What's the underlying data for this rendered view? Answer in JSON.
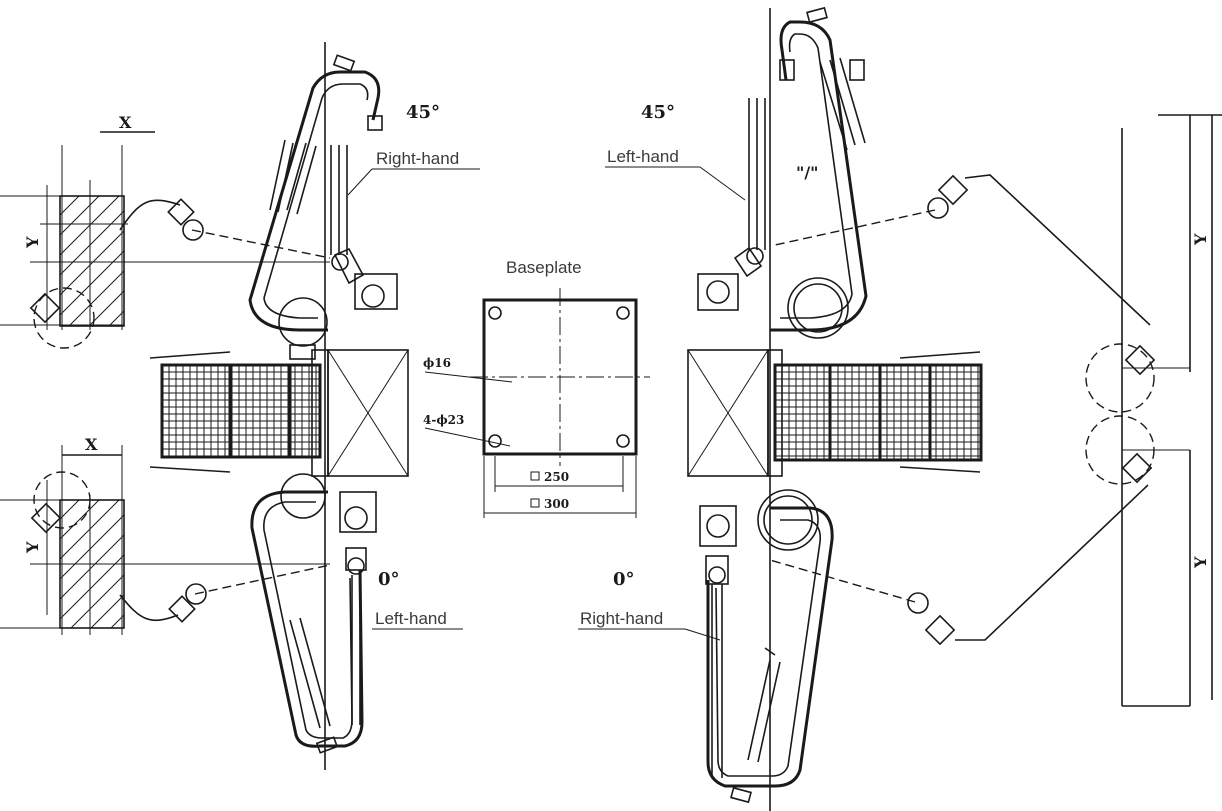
{
  "labels": {
    "baseplate": "Baseplate",
    "top_left_hand": "Right-hand",
    "top_right_hand": "Left-hand",
    "bottom_left_hand": "Left-hand",
    "bottom_right_hand": "Right-hand",
    "angle_top_left": "45°",
    "angle_top_right": "45°",
    "angle_bottom_left": "0°",
    "angle_bottom_right": "0°"
  },
  "dimensions": {
    "bolt_dia": "ϕ16",
    "hole_spec": "4-ϕ23",
    "inner_square": "250",
    "outer_square": "300"
  },
  "axes": {
    "x": "X",
    "y": "Y"
  }
}
